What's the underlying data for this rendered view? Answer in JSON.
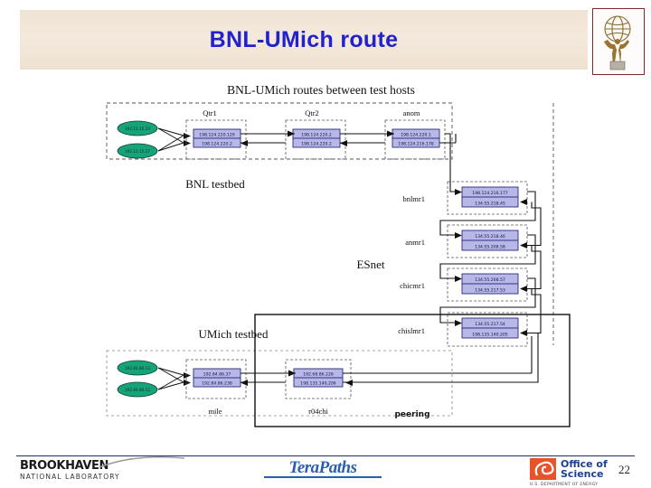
{
  "slide": {
    "title": "BNL-UMich route",
    "page_number": "22",
    "logo_name": "atlas-statue-logo"
  },
  "diagram": {
    "heading": "BNL-UMich routes between test hosts",
    "zones": [
      {
        "id": "bnl",
        "label": "BNL testbed"
      },
      {
        "id": "esnet",
        "label": "ESnet"
      },
      {
        "id": "umich",
        "label": "UMich testbed"
      }
    ],
    "peering_label": "peering",
    "bnl_hosts": [
      {
        "ip": "192.12.15.23"
      },
      {
        "ip": "192.12.15.27"
      }
    ],
    "umich_hosts": [
      {
        "ip": "192.84.86.13"
      },
      {
        "ip": "192.84.86.12"
      }
    ],
    "bnl_nodes": [
      {
        "name": "Qtr1",
        "ip_top": "198.124.220.129",
        "ip_bottom": "198.124.220.2"
      },
      {
        "name": "Qtr2",
        "ip_top": "198.124.220.2",
        "ip_bottom": "198.124.220.2"
      },
      {
        "name": "anom",
        "ip_top": "198.124.220.1",
        "ip_bottom": "198.124.216.178"
      }
    ],
    "esnet_nodes": [
      {
        "name": "bnlmr1",
        "ip_top": "198.124.216.177",
        "ip_bottom": "134.55.218.45"
      },
      {
        "name": "anmr1",
        "ip_top": "134.55.218.46",
        "ip_bottom": "134.55.208.58"
      },
      {
        "name": "chicmr1",
        "ip_top": "134.55.208.57",
        "ip_bottom": "134.55.217.53"
      },
      {
        "name": "chislmr1",
        "ip_top": "134.55.217.54",
        "ip_bottom": "198.135.140.205"
      }
    ],
    "umich_nodes": [
      {
        "name": "mile",
        "ip_top": "192.84.86.37",
        "ip_bottom": "192.84.86.238"
      },
      {
        "name": "r04chi",
        "ip_top": "192.68.86.226",
        "ip_bottom": "198.135.140.206"
      }
    ],
    "colors": {
      "ip_box_fill": "#b8b8e8",
      "ip_box_stroke": "#2a2a80",
      "host_fill": "#17a37a",
      "host_stroke": "#0a4030",
      "line": "#111111",
      "title_blue": "#2222cc"
    }
  },
  "footer": {
    "lab_name": "BROOKHAVEN",
    "lab_sub": "NATIONAL LABORATORY",
    "project": "TeraPaths",
    "doe_line1": "Office of",
    "doe_line2": "Science",
    "doe_sub": "U.S. DEPARTMENT OF ENERGY"
  }
}
